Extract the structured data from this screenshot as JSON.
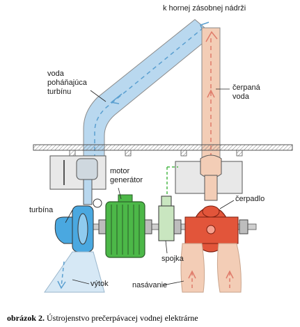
{
  "labels": {
    "upper_reservoir": "k hornej zásobnej nádrži",
    "turbine_water": "voda\npoháňajúca\nturbínu",
    "pumped_water": "čerpaná\nvoda",
    "motor_generator": "motor\ngenerátor",
    "turbine": "turbína",
    "pump": "čerpadlo",
    "coupling": "spojka",
    "outflow": "výtok",
    "intake": "nasávanie"
  },
  "caption": {
    "prefix": "obrázok 2.",
    "text": " Ústrojenstvo prečerpávacej vodnej elektrárne"
  },
  "colors": {
    "turbine_flow": "#b9d8ef",
    "turbine_dash": "#5a9fd0",
    "pump_flow": "#f3cdb6",
    "pump_dash": "#e07b6a",
    "motor": "#4cb848",
    "pump": "#e2553a",
    "turbine_body": "#4aa8e0",
    "coupling": "#c9e6c0"
  }
}
